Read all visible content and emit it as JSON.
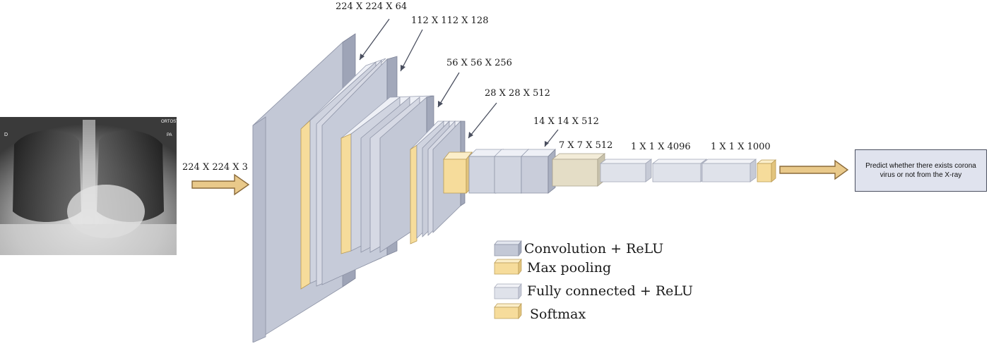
{
  "input": {
    "xray_corner_label": "ORTOSTASI",
    "xray_left_mark": "D",
    "xray_right_mark": "PA",
    "input_shape": "224 X 224 X 3"
  },
  "layers": {
    "dims": [
      "224 X 224 X 64",
      "112 X 112 X 128",
      "56 X 56 X 256",
      "28 X 28 X 512",
      "14 X 14 X 512",
      "7 X 7 X 512",
      "1 X 1 X 4096",
      "1 X 1 X 1000"
    ]
  },
  "legend": [
    {
      "label": "Convolution + ReLU",
      "kind": "conv"
    },
    {
      "label": "Max pooling",
      "kind": "pool"
    },
    {
      "label": "Fully connected + ReLU",
      "kind": "fc"
    },
    {
      "label": "Softmax",
      "kind": "softmax"
    }
  ],
  "output": {
    "text": "Predict whether there exists corona virus or not from the X-ray"
  },
  "colors": {
    "conv": "#c3c8d6",
    "pool": "#f6dc9b",
    "fc": "#dfe2ea",
    "softmax": "#f6dc9b",
    "arrow_fill": "#e9c98a",
    "arrow_stroke": "#8a6a3a"
  }
}
